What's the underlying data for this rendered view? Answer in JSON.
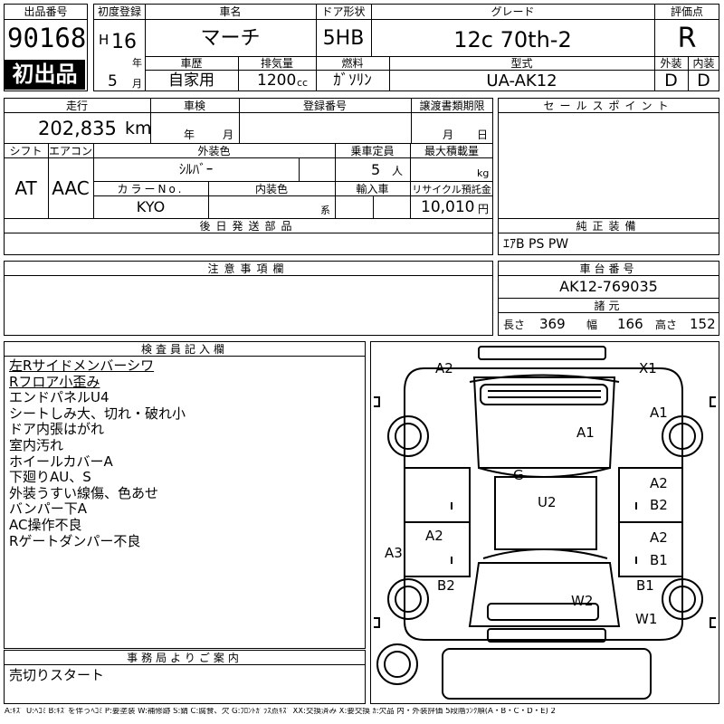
{
  "header": {
    "lot_no_label": "出品番号",
    "lot_no": "90168",
    "first_badge": "初出品",
    "first_reg_label": "初度登録",
    "era": "H",
    "year": "16",
    "year_unit": "年",
    "month": "5",
    "month_unit": "月",
    "car_name_label": "車名",
    "car_name": "マーチ",
    "door_label": "ドア形状",
    "door": "5HB",
    "grade_label": "グレード",
    "grade": "12c 70th-2",
    "score_label": "評価点",
    "score": "R",
    "history_label": "車歴",
    "history": "自家用",
    "disp_label": "排気量",
    "disp": "1200",
    "disp_unit": "cc",
    "fuel_label": "燃料",
    "fuel": "ｶﾞｿﾘﾝ",
    "model_label": "型式",
    "model": "UA-AK12",
    "ext_label": "外装",
    "ext": "D",
    "int_label": "内装",
    "int": "D"
  },
  "mid": {
    "mileage_label": "走行",
    "mileage": "202,835",
    "mileage_unit": "km",
    "inspect_label": "車検",
    "inspect_year": "年",
    "inspect_month": "月",
    "regno_label": "登録番号",
    "transfer_label": "譲渡書類期限",
    "transfer_month": "月",
    "transfer_day": "日",
    "shift_label": "シフト",
    "shift": "AT",
    "ac_label": "エアコン",
    "ac": "AAC",
    "color_label": "外装色",
    "color": "ｼﾙﾊﾞｰ",
    "seats_label": "乗車定員",
    "seats": "5",
    "seats_unit": "人",
    "load_label": "最大積載量",
    "load_unit": "kg",
    "colorno_label": "カラーNo.",
    "colorno": "KYO",
    "intcolor_label": "内装色",
    "intcolor_unit": "系",
    "import_label": "輸入車",
    "recycle_label": "リサイクル預託金",
    "recycle": "10,010",
    "recycle_unit": "円",
    "later_label": "後日発送部品",
    "notes_label": "注意事項欄"
  },
  "right": {
    "sales_label": "セールスポイント",
    "equip_label": "純正装備",
    "equip": "ｴｱB PS PW",
    "chassis_label": "車台番号",
    "chassis": "AK12-769035",
    "spec_label": "諸元",
    "length_label": "長さ",
    "length": "369",
    "width_label": "幅",
    "width": "166",
    "height_label": "高さ",
    "height": "152"
  },
  "inspector": {
    "label": "検査員記入欄",
    "lines": [
      {
        "text": "左Rサイドメンバーシワ",
        "underline": true
      },
      {
        "text": "Rフロア小歪み",
        "underline": true
      },
      {
        "text": "エンドパネルU4",
        "underline": false
      },
      {
        "text": "シートしみ大、切れ・破れ小",
        "underline": false
      },
      {
        "text": "ドア内張はがれ",
        "underline": false
      },
      {
        "text": "室内汚れ",
        "underline": false
      },
      {
        "text": "ホイールカバーA",
        "underline": false
      },
      {
        "text": "下廻りAU、S",
        "underline": false
      },
      {
        "text": "外装うすい線傷、色あせ",
        "underline": false
      },
      {
        "text": "バンパー下A",
        "underline": false
      },
      {
        "text": "AC操作不良",
        "underline": false
      },
      {
        "text": "Rゲートダンパー不良",
        "underline": false
      }
    ]
  },
  "office": {
    "label": "事務局よりご案内",
    "text": "売切りスタート"
  },
  "damage": {
    "front_left": "A2",
    "front_right": "X1",
    "fender_right": "A1",
    "hood": "A1",
    "roof_g": "G",
    "roof_u": "U2",
    "fdoor_r1": "A2",
    "fdoor_r2": "B2",
    "rdoor_l": "A2",
    "rdoor_r1": "A2",
    "rdoor_r2": "B1",
    "rear_l": "A3",
    "quarter_l": "B2",
    "quarter_r": "B1",
    "back_w": "W2",
    "rear_w": "W1"
  },
  "legend": "A:ｷｽﾞ U:ﾍｺﾐ B:ｷｽﾞを伴うﾍｺﾐ P:要塗装 W:補修跡 S:錆 C:腐食、欠 G:ﾌﾛﾝﾄｶﾞﾗｽ点ｷｽﾞ XX:交換済み X:要交換 ｶ:欠品 内・外装評価 5段階ﾗﾝｸ順(A・B・C・D・E) 2"
}
